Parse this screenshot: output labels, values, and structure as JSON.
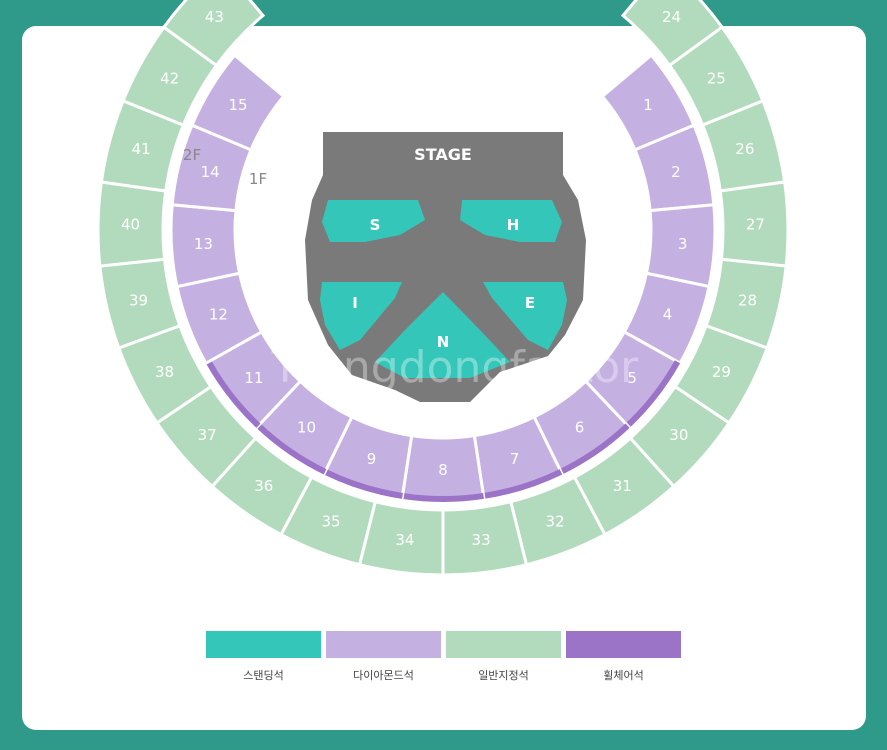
{
  "stage": {
    "label": "STAGE"
  },
  "floor_labels": {
    "second": "2F",
    "first": "1F"
  },
  "standing_zones": [
    {
      "id": "S",
      "label": "S"
    },
    {
      "id": "H",
      "label": "H"
    },
    {
      "id": "I",
      "label": "I"
    },
    {
      "id": "N",
      "label": "N"
    },
    {
      "id": "E",
      "label": "E"
    }
  ],
  "watermark": "Ttongdongfactor",
  "colors": {
    "standing": "#35c6ba",
    "diamond": "#c5b0e2",
    "general": "#b2dbbd",
    "wheelchair": "#9b74c7",
    "stage": "#7a7a7a",
    "frame": "#2f9a8a"
  },
  "sections_1f": [
    "1",
    "2",
    "3",
    "4",
    "5",
    "6",
    "7",
    "8",
    "9",
    "10",
    "11",
    "12",
    "13",
    "14",
    "15"
  ],
  "sections_2f": [
    "24",
    "25",
    "26",
    "27",
    "28",
    "29",
    "30",
    "31",
    "32",
    "33",
    "34",
    "35",
    "36",
    "37",
    "38",
    "39",
    "40",
    "41",
    "42",
    "43"
  ],
  "legend": [
    {
      "label": "스탠딩석",
      "color_key": "standing"
    },
    {
      "label": "다이아몬드석",
      "color_key": "diamond"
    },
    {
      "label": "일반지정석",
      "color_key": "general"
    },
    {
      "label": "휠체어석",
      "color_key": "wheelchair"
    }
  ]
}
